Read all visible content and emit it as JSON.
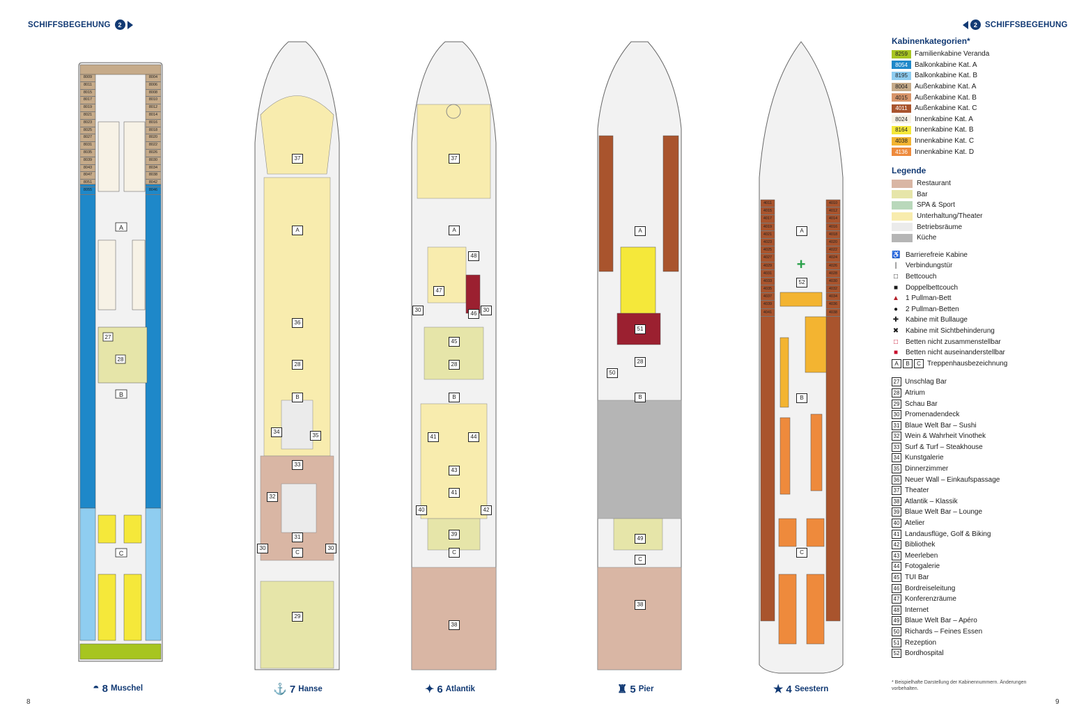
{
  "header": {
    "left_title": "SCHIFFSBEGEHUNG",
    "right_title": "SCHIFFSBEGEHUNG",
    "left_badge": "2",
    "right_badge": "2"
  },
  "pages": {
    "left": "8",
    "right": "9"
  },
  "decks": [
    {
      "num": "8",
      "name": "Muschel",
      "icon": "shell-icon"
    },
    {
      "num": "7",
      "name": "Hanse",
      "icon": "ship-wheel-icon"
    },
    {
      "num": "6",
      "name": "Atlantik",
      "icon": "compass-star-icon"
    },
    {
      "num": "5",
      "name": "Pier",
      "icon": "bollard-icon"
    },
    {
      "num": "4",
      "name": "Seestern",
      "icon": "starfish-icon"
    }
  ],
  "deck8_cabins_left": [
    "8009",
    "8011",
    "8015",
    "8017",
    "8019",
    "8021",
    "8023",
    "8025",
    "8027",
    "8031",
    "8035",
    "8039",
    "8043",
    "8047",
    "8051",
    "8055"
  ],
  "deck8_cabins_right": [
    "8004",
    "8006",
    "8008",
    "8010",
    "8012",
    "8014",
    "8016",
    "8018",
    "8020",
    "8022",
    "8026",
    "8030",
    "8034",
    "8038",
    "8042",
    "8046"
  ],
  "deck4_cabins_left": [
    "4011",
    "4015",
    "4017",
    "4019",
    "4021",
    "4023",
    "4025",
    "4027",
    "4029",
    "4031",
    "4033",
    "4035",
    "4037",
    "4039",
    "4041"
  ],
  "deck4_cabins_right": [
    "4010",
    "4012",
    "4014",
    "4016",
    "4018",
    "4020",
    "4022",
    "4024",
    "4026",
    "4028",
    "4030",
    "4032",
    "4034",
    "4036",
    "4038"
  ],
  "areas": {
    "deck7": [
      "37",
      "A",
      "36",
      "28",
      "B",
      "34",
      "35",
      "33",
      "32",
      "31",
      "C",
      "30",
      "30",
      "29"
    ],
    "deck6": [
      "37",
      "A",
      "48",
      "47",
      "46",
      "30",
      "30",
      "45",
      "28",
      "B",
      "41",
      "44",
      "43",
      "41",
      "40",
      "42",
      "39",
      "C",
      "38"
    ],
    "deck5": [
      "A",
      "51",
      "28",
      "50",
      "B",
      "49",
      "C",
      "38"
    ],
    "deck4": [
      "A",
      "52",
      "B",
      "C"
    ]
  },
  "legend": {
    "categories_title": "Kabinenkategorien*",
    "categories": [
      {
        "code": "8259",
        "label": "Familienkabine Veranda",
        "color": "#a7c520"
      },
      {
        "code": "8054",
        "label": "Balkonkabine Kat. A",
        "color": "#1e88c9"
      },
      {
        "code": "8195",
        "label": "Balkonkabine Kat. B",
        "color": "#8fcdf0"
      },
      {
        "code": "8004",
        "label": "Außenkabine Kat. A",
        "color": "#c6ab8a"
      },
      {
        "code": "4015",
        "label": "Außenkabine Kat. B",
        "color": "#d8956a"
      },
      {
        "code": "4011",
        "label": "Außenkabine Kat. C",
        "color": "#a9542d"
      },
      {
        "code": "8024",
        "label": "Innenkabine Kat. A",
        "color": "#f7f2e6"
      },
      {
        "code": "8164",
        "label": "Innenkabine Kat. B",
        "color": "#f5e83a"
      },
      {
        "code": "4038",
        "label": "Innenkabine Kat. C",
        "color": "#f3b431"
      },
      {
        "code": "4136",
        "label": "Innenkabine Kat. D",
        "color": "#ee8a3c"
      }
    ],
    "legend_title": "Legende",
    "areas": [
      {
        "label": "Restaurant",
        "color": "#d9b6a4"
      },
      {
        "label": "Bar",
        "color": "#e6e5a9"
      },
      {
        "label": "SPA & Sport",
        "color": "#b9d8bb"
      },
      {
        "label": "Unterhaltung/Theater",
        "color": "#f8ecae"
      },
      {
        "label": "Betriebsräume",
        "color": "#ebebeb"
      },
      {
        "label": "Küche",
        "color": "#b5b5b5"
      }
    ],
    "symbols": [
      {
        "icon": "wheelchair-icon",
        "glyph": "♿",
        "label": "Barrierefreie Kabine"
      },
      {
        "icon": "connecting-door-icon",
        "glyph": "|",
        "label": "Verbindungstür"
      },
      {
        "icon": "sofa-bed-icon",
        "glyph": "□",
        "label": "Bettcouch"
      },
      {
        "icon": "double-sofa-bed-icon",
        "glyph": "■",
        "label": "Doppelbettcouch"
      },
      {
        "icon": "pullman-bed-icon",
        "glyph": "▲",
        "label": "1 Pullman-Bett"
      },
      {
        "icon": "two-pullman-beds-icon",
        "glyph": "●",
        "label": "2 Pullman-Betten"
      },
      {
        "icon": "porthole-icon",
        "glyph": "✚",
        "label": "Kabine mit Bullauge"
      },
      {
        "icon": "obstructed-view-icon",
        "glyph": "✖",
        "label": "Kabine mit Sichtbehinderung"
      },
      {
        "icon": "beds-not-combinable-icon",
        "glyph": "□",
        "label": "Betten nicht zusammenstellbar"
      },
      {
        "icon": "beds-not-separable-icon",
        "glyph": "■",
        "label": "Betten nicht auseinanderstellbar"
      }
    ],
    "stair_boxes": [
      "A",
      "B",
      "C"
    ],
    "stair_label": "Treppenhausbezeichnung",
    "venues": [
      {
        "n": "27",
        "label": "Unschlag Bar"
      },
      {
        "n": "28",
        "label": "Atrium"
      },
      {
        "n": "29",
        "label": "Schau Bar"
      },
      {
        "n": "30",
        "label": "Promenadendeck"
      },
      {
        "n": "31",
        "label": "Blaue Welt Bar – Sushi"
      },
      {
        "n": "32",
        "label": "Wein & Wahrheit Vinothek"
      },
      {
        "n": "33",
        "label": "Surf & Turf – Steakhouse"
      },
      {
        "n": "34",
        "label": "Kunstgalerie"
      },
      {
        "n": "35",
        "label": "Dinnerzimmer"
      },
      {
        "n": "36",
        "label": "Neuer Wall – Einkaufspassage"
      },
      {
        "n": "37",
        "label": "Theater"
      },
      {
        "n": "38",
        "label": "Atlantik – Klassik"
      },
      {
        "n": "39",
        "label": "Blaue Welt Bar – Lounge"
      },
      {
        "n": "40",
        "label": "Atelier"
      },
      {
        "n": "41",
        "label": "Landausflüge, Golf & Biking"
      },
      {
        "n": "42",
        "label": "Bibliothek"
      },
      {
        "n": "43",
        "label": "Meerleben"
      },
      {
        "n": "44",
        "label": "Fotogalerie"
      },
      {
        "n": "45",
        "label": "TUI Bar"
      },
      {
        "n": "46",
        "label": "Bordreiseleitung"
      },
      {
        "n": "47",
        "label": "Konferenzräume"
      },
      {
        "n": "48",
        "label": "Internet"
      },
      {
        "n": "49",
        "label": "Blaue Welt Bar – Apéro"
      },
      {
        "n": "50",
        "label": "Richards – Feines Essen"
      },
      {
        "n": "51",
        "label": "Rezeption"
      },
      {
        "n": "52",
        "label": "Bordhospital"
      }
    ]
  },
  "footnote": "* Beispielhafte Darstellung der Kabinennummern. Änderungen vorbehalten."
}
